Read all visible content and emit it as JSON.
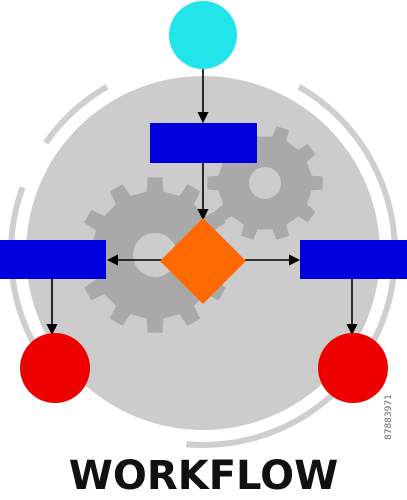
{
  "caption": "WORKFLOW",
  "side_id": "87883971",
  "colors": {
    "start": "#22e5ec",
    "process": "#0000dd",
    "decision": "#ff6a00",
    "end": "#ee0000",
    "backdrop": "#cccccc",
    "gear": "#a9a9a9",
    "ring": "#cfcfcf",
    "arrow": "#000000",
    "caption": "#111111"
  },
  "icons": [
    "background-circle",
    "gear-icon",
    "gear-icon",
    "decorative-ring"
  ],
  "nodes": [
    {
      "id": "start",
      "shape": "circle"
    },
    {
      "id": "process-top",
      "shape": "rect"
    },
    {
      "id": "decision",
      "shape": "diamond"
    },
    {
      "id": "process-left",
      "shape": "rect"
    },
    {
      "id": "process-right",
      "shape": "rect"
    },
    {
      "id": "end-left",
      "shape": "circle"
    },
    {
      "id": "end-right",
      "shape": "circle"
    }
  ],
  "edges": [
    {
      "from": "start",
      "to": "process-top"
    },
    {
      "from": "process-top",
      "to": "decision"
    },
    {
      "from": "decision",
      "to": "process-left"
    },
    {
      "from": "decision",
      "to": "process-right"
    },
    {
      "from": "process-left",
      "to": "end-left"
    },
    {
      "from": "process-right",
      "to": "end-right"
    }
  ]
}
